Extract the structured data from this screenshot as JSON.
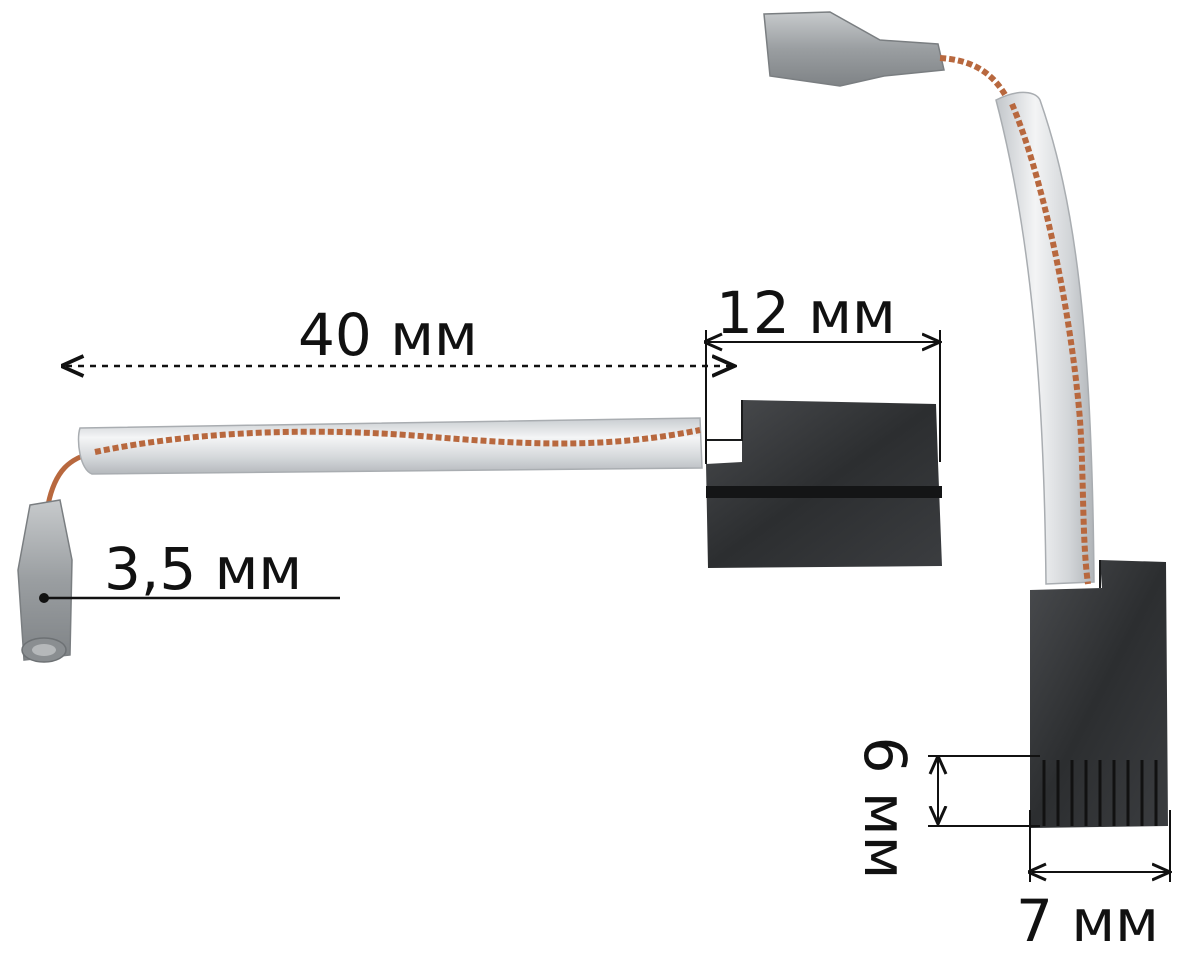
{
  "labels": {
    "length": "40 мм",
    "block_length": "12 мм",
    "terminal": "3,5 мм",
    "height": "6 мм",
    "width": "7 мм"
  },
  "colors": {
    "background": "#ffffff",
    "carbon": "#2f3133",
    "copper_wire": "#b8683e",
    "sleeve": "#dcdfe2",
    "terminal_metal": "#a9adb0",
    "dimension_line": "#111111"
  }
}
